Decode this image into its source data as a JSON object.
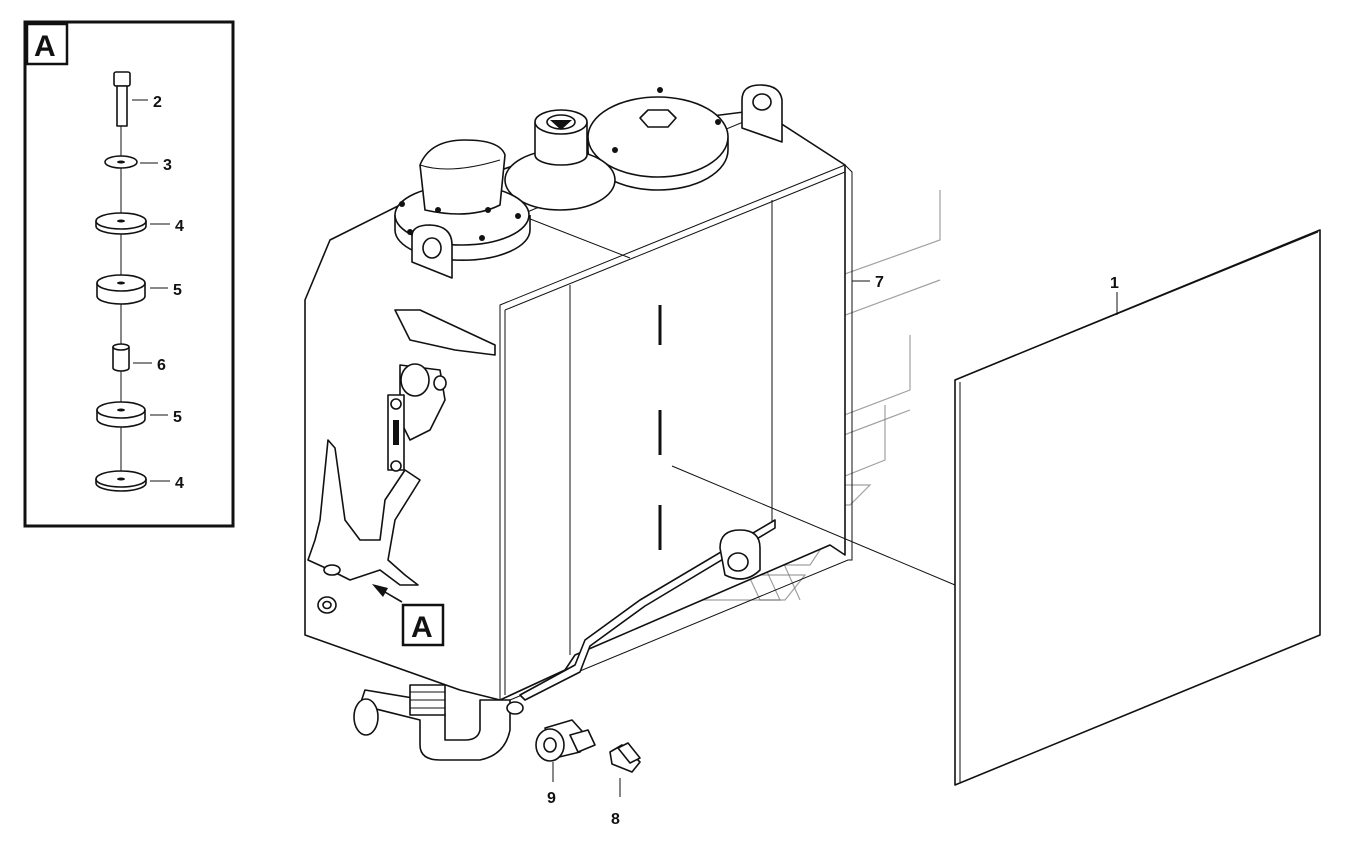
{
  "detail": {
    "letter": "A"
  },
  "callout": {
    "letter": "A"
  },
  "labels": [
    "1",
    "2",
    "3",
    "4",
    "5",
    "6",
    "5",
    "4",
    "7",
    "8",
    "9"
  ]
}
